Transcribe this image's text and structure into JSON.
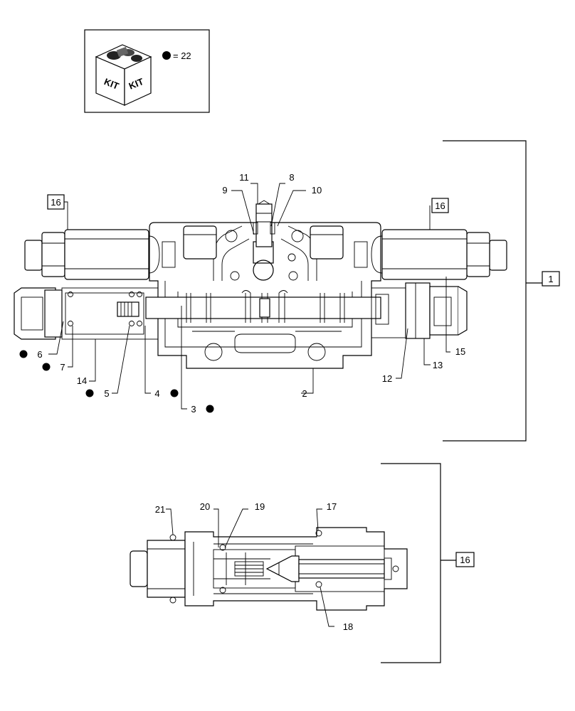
{
  "kit_legend": {
    "icon_text": [
      "KIT",
      "KIT"
    ],
    "equals_text": "= 22"
  },
  "callouts": {
    "c1": "1",
    "c2": "2",
    "c3": "3",
    "c4": "4",
    "c5": "5",
    "c6": "6",
    "c7": "7",
    "c8": "8",
    "c9": "9",
    "c10": "10",
    "c11": "11",
    "c12": "12",
    "c13": "13",
    "c14": "14",
    "c15": "15",
    "c16": "16",
    "c17": "17",
    "c18": "18",
    "c19": "19",
    "c20": "20",
    "c21": "21"
  }
}
